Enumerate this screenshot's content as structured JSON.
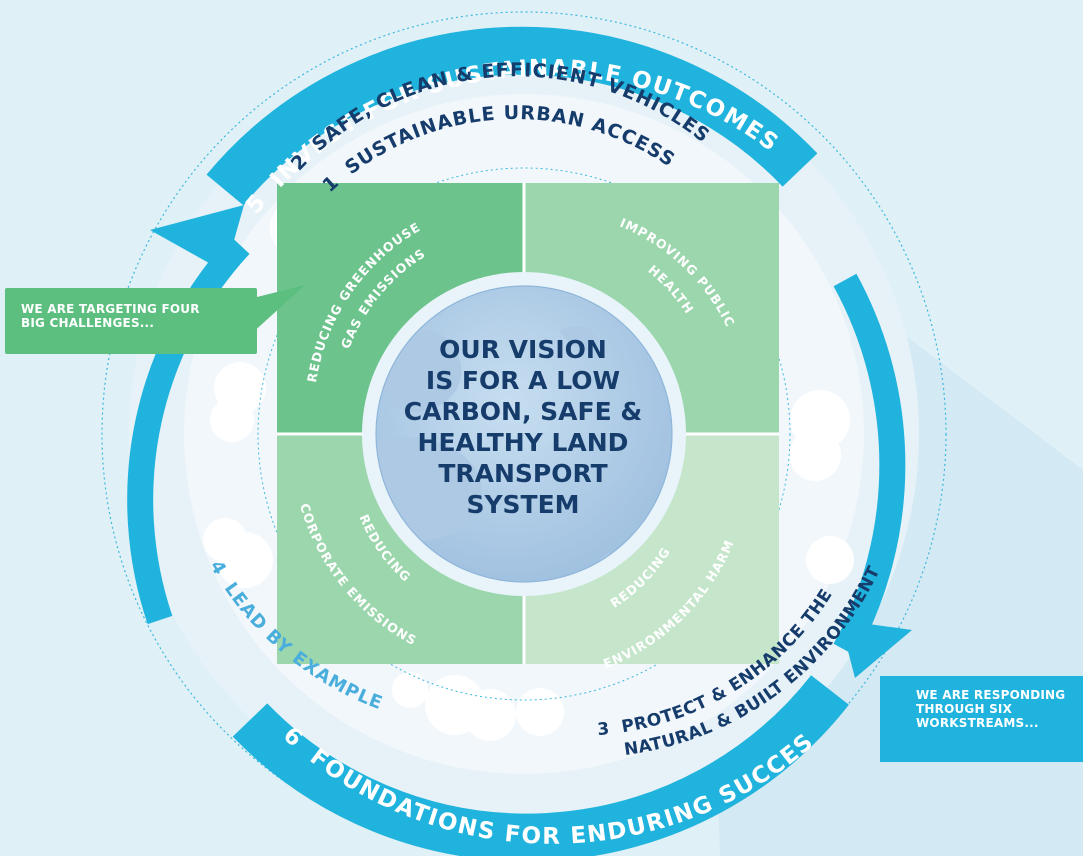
{
  "vision": {
    "lines": [
      "OUR VISION",
      "IS FOR A LOW",
      "CARBON, SAFE &",
      "HEALTHY LAND",
      "TRANSPORT",
      "SYSTEM"
    ]
  },
  "challenges": {
    "top_left": [
      "REDUCING GREENHOUSE",
      "GAS EMISSIONS"
    ],
    "top_right": [
      "IMPROVING PUBLIC",
      "HEALTH"
    ],
    "bottom_left": [
      "REDUCING",
      "CORPORATE EMISSIONS"
    ],
    "bottom_right": [
      "REDUCING",
      "ENVIRONMENTAL HARM"
    ]
  },
  "workstreams": {
    "ws1": {
      "number": "1",
      "label": "SUSTAINABLE URBAN ACCESS"
    },
    "ws2": {
      "number": "2",
      "label": "SAFE, CLEAN & EFFICIENT VEHICLES"
    },
    "ws3": {
      "number": "3",
      "label_line1": "PROTECT & ENHANCE THE",
      "label_line2": "NATURAL & BUILT ENVIRONMENT"
    },
    "ws4": {
      "number": "4",
      "label": "LEAD BY EXAMPLE"
    },
    "ws5": {
      "number": "5",
      "label": "INVEST FOR SUSTAINABLE OUTCOMES"
    },
    "ws6": {
      "number": "6",
      "label": "FOUNDATIONS FOR ENDURING SUCCESS"
    }
  },
  "callouts": {
    "left": [
      "WE ARE TARGETING FOUR",
      "BIG CHALLENGES..."
    ],
    "right": [
      "WE ARE RESPONDING",
      "THROUGH SIX",
      "WORKSTREAMS..."
    ]
  },
  "colors": {
    "background": "#dff0f7",
    "navy": "#163c6b",
    "ring_blue": "#1fb3dd",
    "green_dark": "#6cc48c",
    "green_mid": "#9bd6ac",
    "green_light": "#c6e6cc",
    "globe": "#b7d3ea"
  }
}
